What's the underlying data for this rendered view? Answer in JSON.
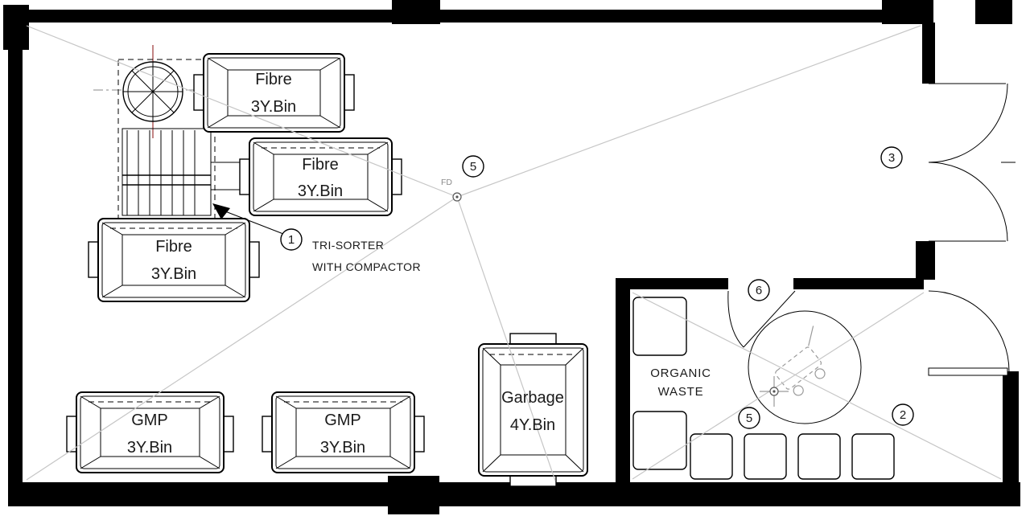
{
  "palette": {
    "wall": "#000000",
    "line": "#1a1a1a",
    "slope_line": "#c6c6c6",
    "centerline_red": "#9b3434",
    "symbol_gray": "#9a9a9a"
  },
  "bins": {
    "fibre1": {
      "line1": "Fibre",
      "line2": "3Y.Bin"
    },
    "fibre2": {
      "line1": "Fibre",
      "line2": "3Y.Bin"
    },
    "fibre3": {
      "line1": "Fibre",
      "line2": "3Y.Bin"
    },
    "gmp1": {
      "line1": "GMP",
      "line2": "3Y.Bin"
    },
    "gmp2": {
      "line1": "GMP",
      "line2": "3Y.Bin"
    },
    "garbage": {
      "line1": "Garbage",
      "line2": "4Y.Bin"
    }
  },
  "organic_room": {
    "label_line1": "ORGANIC",
    "label_line2": "WASTE"
  },
  "annotations": {
    "tri_sorter_line1": "TRI-SORTER",
    "tri_sorter_line2": "WITH COMPACTOR",
    "floor_drain": "FD"
  },
  "callouts": {
    "compactor": "1",
    "organic_bins": "2",
    "main_door": "3",
    "floor_drain_main": "5",
    "floor_drain_organic": "5",
    "organic_door": "6"
  }
}
